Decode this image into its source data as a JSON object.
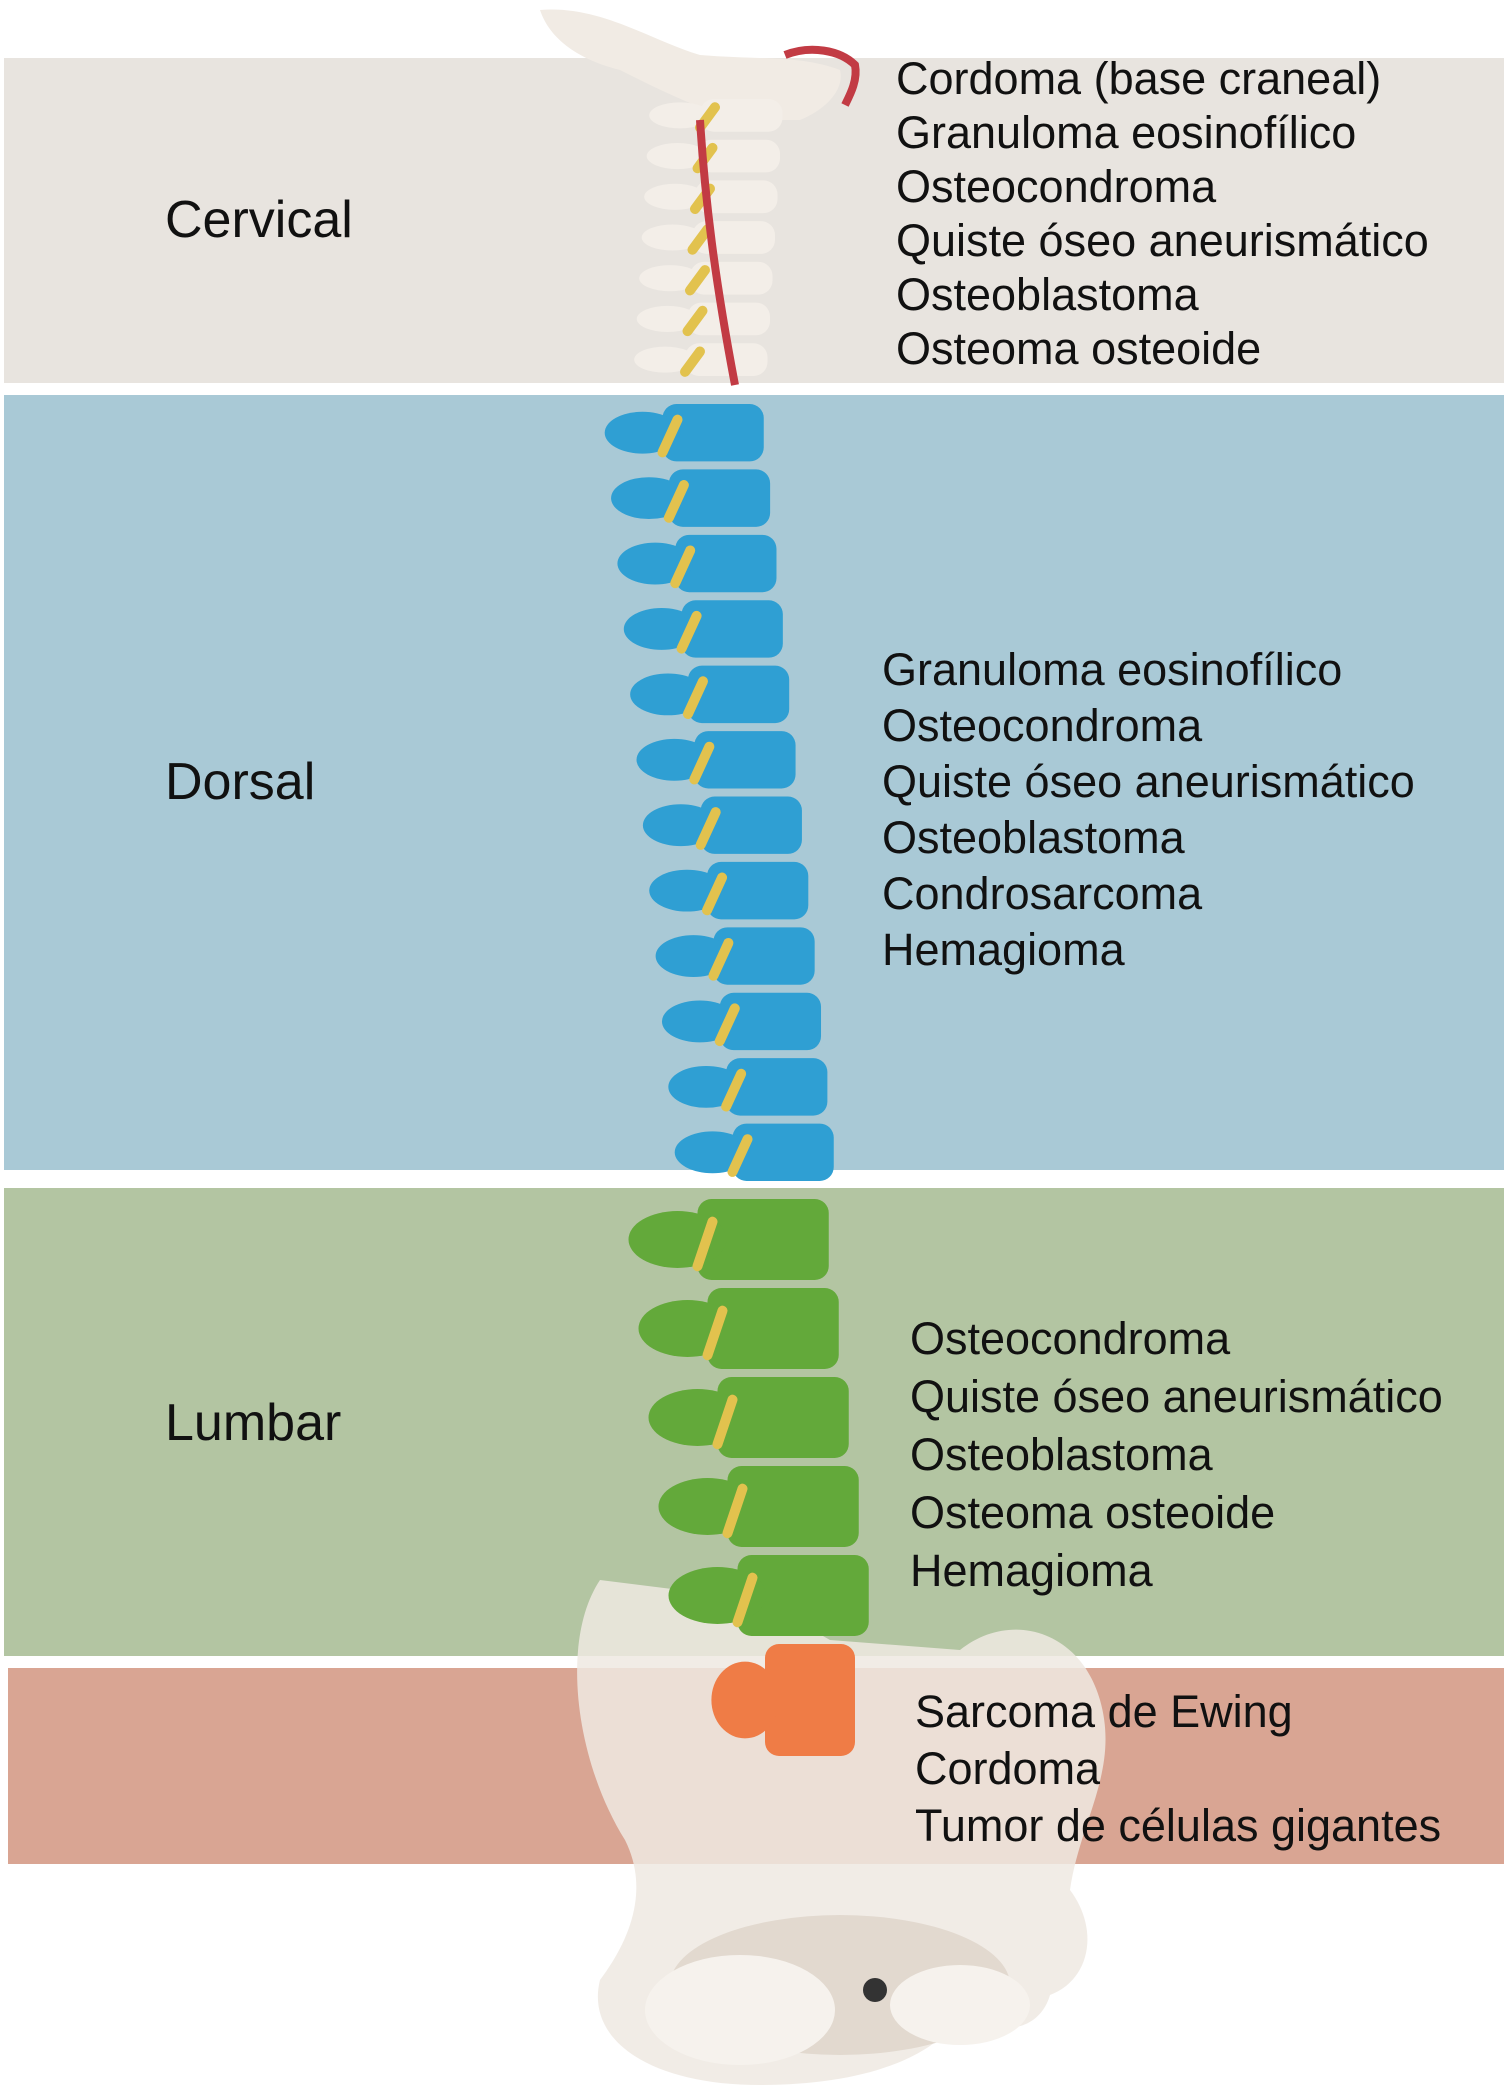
{
  "colors": {
    "cervical": "#e8e4df",
    "dorsal": "#a9c9d6",
    "lumbar": "#b3c5a2",
    "sacral": "#d9a593",
    "bone": "#f3eee8",
    "thoracic_bone": "#2f9fd3",
    "lumbar_bone": "#63a93a",
    "sacral_bone": "#ef7c46",
    "nerve": "#e2c24e",
    "artery": "#c23b44"
  },
  "regions": [
    {
      "title": "Cervical",
      "tumors": [
        "Cordoma (base craneal)",
        "Granuloma eosinofílico",
        "Osteocondroma",
        "Quiste óseo aneurismático",
        "Osteoblastoma",
        "Osteoma osteoide"
      ]
    },
    {
      "title": "Dorsal",
      "tumors": [
        "Granuloma eosinofílico",
        "Osteocondroma",
        "Quiste óseo aneurismático",
        "Osteoblastoma",
        "Condrosarcoma",
        "Hemagioma"
      ]
    },
    {
      "title": "Lumbar",
      "tumors": [
        "Osteocondroma",
        "Quiste óseo aneurismático",
        "Osteoblastoma",
        "Osteoma osteoide",
        "Hemagioma"
      ]
    },
    {
      "title": "",
      "tumors": [
        "Sarcoma de Ewing",
        "Cordoma",
        "Tumor de células gigantes"
      ]
    }
  ]
}
